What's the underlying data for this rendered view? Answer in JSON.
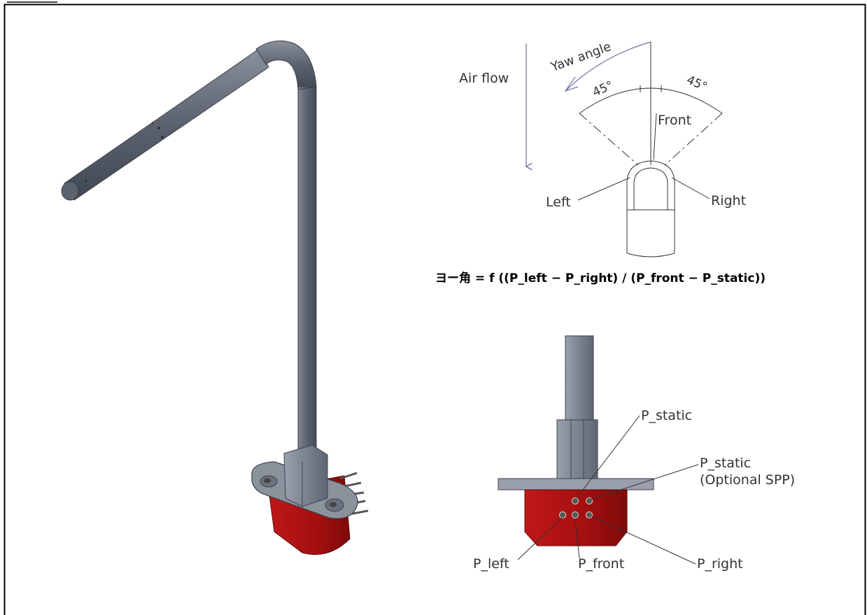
{
  "header": {
    "text": ""
  },
  "angle_diagram": {
    "airflow_label": "Air flow",
    "yaw_label": "Yaw angle",
    "angle_left": "45°",
    "angle_right": "45°",
    "front_label": "Front",
    "left_label": "Left",
    "right_label": "Right"
  },
  "formula": {
    "text": "ヨー角 = f ((P_left − P_right) / (P_front − P_static))"
  },
  "port_diagram": {
    "p_static": "P_static",
    "p_static_optional": "P_static",
    "p_static_optional_sub": "(Optional SPP)",
    "p_left": "P_left",
    "p_front": "P_front",
    "p_right": "P_right"
  },
  "colors": {
    "tube_grey": "#6f7682",
    "body_red": "#b01212",
    "frame_black": "#000000",
    "arrow_blue": "#6b72a6"
  }
}
